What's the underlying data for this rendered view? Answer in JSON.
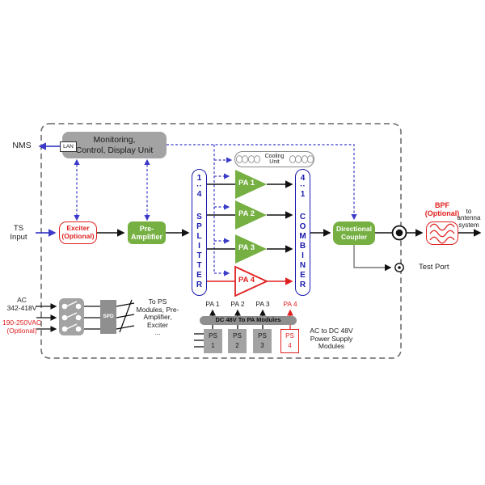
{
  "colors": {
    "green": "#76b043",
    "red": "#e02020",
    "blue_dark": "#1a1aae",
    "blue_control": "#3b3bc8",
    "gray_box": "#a3a3a3",
    "gray_dark": "#8f8f8f",
    "boundary_dash": "#666666"
  },
  "nms": {
    "label": "NMS"
  },
  "lan": {
    "label": "LAN"
  },
  "monitoring": {
    "label": "Monitoring,\nControl, Display Unit"
  },
  "input": {
    "ts_label": "TS\nInput"
  },
  "exciter": {
    "label": "Exciter\n(Optional)"
  },
  "pre_amplifier": {
    "label": "Pre-\nAmplifier"
  },
  "splitter": {
    "ratio": "1\n··\n4",
    "label": "S\nP\nL\nI\nT\nT\nE\nR"
  },
  "combiner": {
    "ratio": "4\n··\n1",
    "label": "C\nO\nM\nB\nI\nN\nE\nR"
  },
  "amplifiers": {
    "pa1": "PA 1",
    "pa2": "PA 2",
    "pa3": "PA 3",
    "pa4": "PA 4"
  },
  "cooling": {
    "label": "Cooling\nUnit"
  },
  "coupler": {
    "label": "Directional\nCoupler"
  },
  "bpf": {
    "label": "BPF\n(Optional)"
  },
  "output": {
    "antenna": "to\nantenna\nsystem",
    "test_port": "Test Port"
  },
  "power": {
    "ac_main": "AC\n342-418V",
    "ac_optional": "190-250VAC\n(Optional)",
    "spd": "SPD",
    "distribution_note": "To PS\nModules, Pre-\nAmplifier,\nExciter\n...",
    "pa_feed_labels": [
      "PA 1",
      "PA 2",
      "PA 3",
      "PA 4"
    ],
    "dc_bus": "DC 48V To PA Modules",
    "ps_labels": [
      "PS\n1",
      "PS\n2",
      "PS\n3",
      "PS\n4"
    ],
    "ps_title": "AC to DC 48V\nPower Supply\nModules"
  }
}
